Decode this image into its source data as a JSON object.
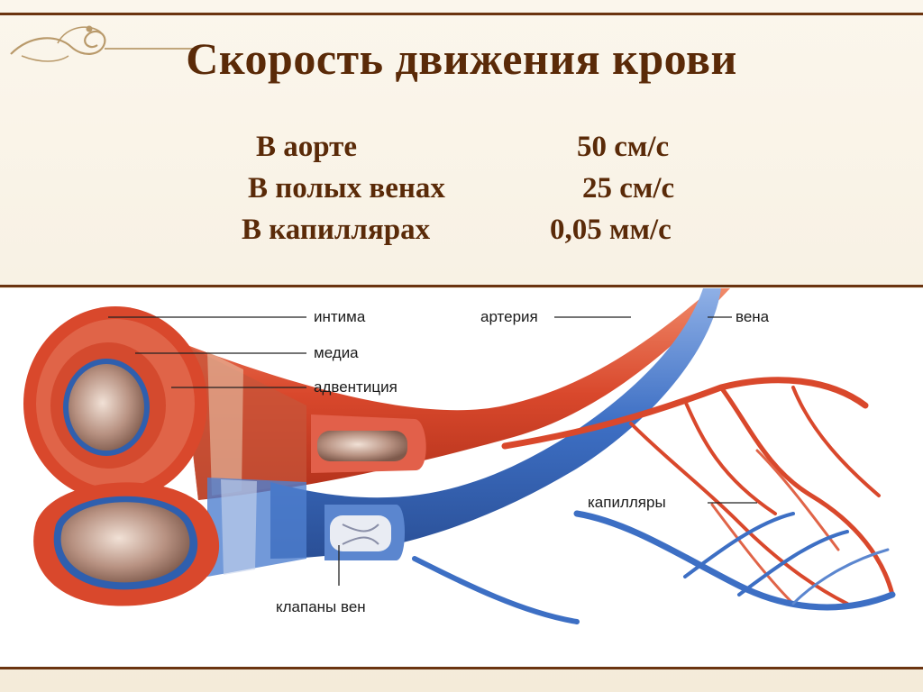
{
  "slide": {
    "title": "Скорость движения крови",
    "speeds": [
      {
        "place": "В аорте",
        "value": "50 см/с"
      },
      {
        "place": "В полых венах",
        "value": "25 см/с"
      },
      {
        "place": "В капиллярах",
        "value": "0,05 мм/с"
      }
    ]
  },
  "diagram": {
    "labels": {
      "intima": "интима",
      "media": "медиа",
      "adventitia": "адвентиция",
      "artery": "артерия",
      "vein": "вена",
      "capillaries": "капилляры",
      "vein_valves": "клапаны вен"
    }
  },
  "colors": {
    "title": "#5a2a08",
    "frame": "#6b3410",
    "artery": "#d9482c",
    "artery_light": "#f08a6a",
    "vein": "#3d6fc4",
    "vein_light": "#8fb0e6"
  }
}
